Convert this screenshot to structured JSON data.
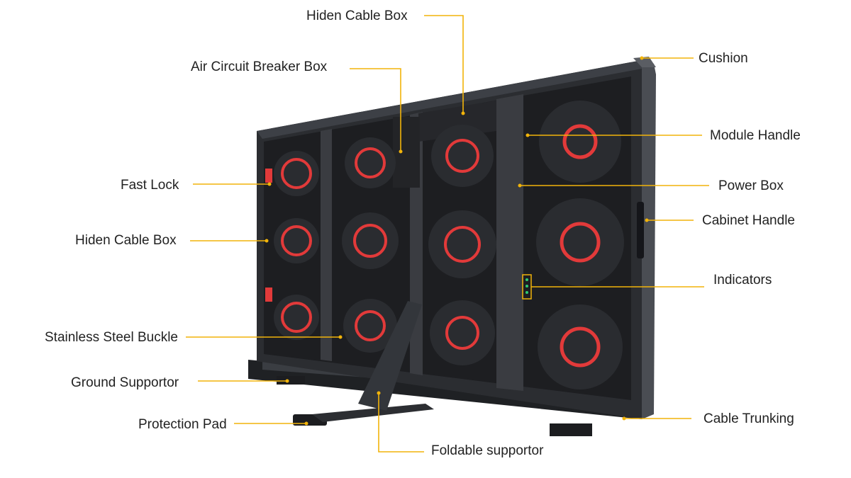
{
  "colors": {
    "accent": "#f2b40a",
    "cabinet": "#2b2d31",
    "fan_ring": "#e23a3a",
    "text": "#222222"
  },
  "labels": {
    "hiden_cable_box_top": "Hiden Cable Box",
    "air_circuit_breaker_box": "Air Circuit Breaker Box",
    "cushion": "Cushion",
    "module_handle": "Module Handle",
    "fast_lock": "Fast Lock",
    "power_box": "Power Box",
    "cabinet_handle": "Cabinet Handle",
    "hiden_cable_box_left": "Hiden Cable Box",
    "indicators": "Indicators",
    "stainless_steel_buckle": "Stainless Steel Buckle",
    "ground_supportor": "Ground Supportor",
    "cable_trunking": "Cable Trunking",
    "protection_pad": "Protection Pad",
    "foldable_supportor": "Foldable supportor"
  }
}
